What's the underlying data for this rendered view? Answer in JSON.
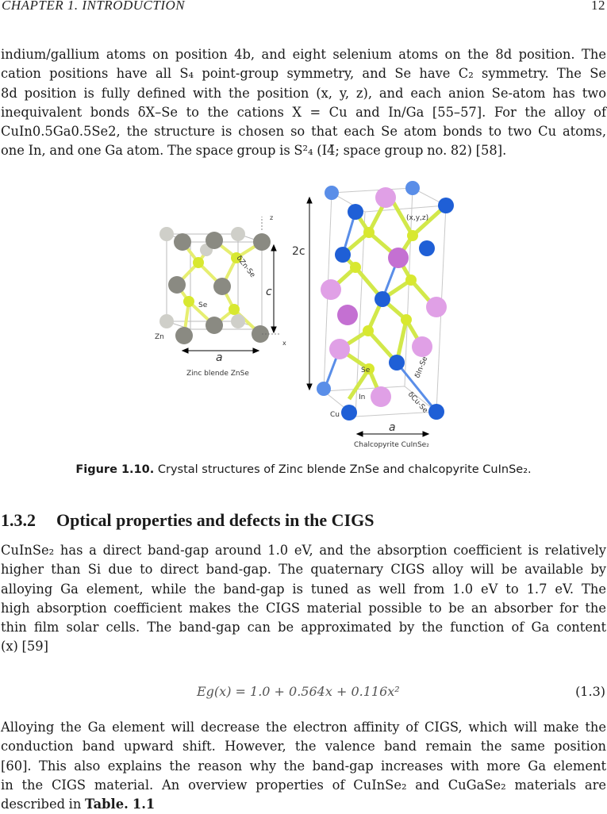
{
  "header": {
    "chapter": "CHAPTER 1. INTRODUCTION",
    "page": "12"
  },
  "para1": {
    "l1": "indium/gallium atoms on position 4b, and eight selenium atoms on the 8d position. The",
    "l2": "cation positions have all S₄ point-group symmetry, and Se have C₂ symmetry. The Se",
    "l3": "8d position is fully defined with the position (x, y, z), and each anion Se-atom has two",
    "l4": "inequivalent bonds δX–Se to the cations X = Cu and In/Ga [55–57]. For the alloy of",
    "l5": "CuIn0.5Ga0.5Se2, the structure is chosen so that each Se atom bonds to two Cu atoms,",
    "l6": "one In, and one Ga atom. The space group is S²₄ (I4̄; space group no. 82) [58]."
  },
  "figure": {
    "left": {
      "caption": "Zinc blende ZnSe",
      "label_se": "Se",
      "label_zn": "Zn",
      "label_a": "a",
      "label_c": "c",
      "label_bond": "δZn-Se",
      "axis_z": "z",
      "axis_x": "x"
    },
    "right": {
      "caption": "Chalcopyrite CuInSe₂",
      "label_se": "Se",
      "label_in": "In",
      "label_cu": "Cu",
      "label_a": "a",
      "label_2c": "2c",
      "label_xyz": "(x,y,z)",
      "label_bond_in": "δIn-Se",
      "label_bond_cu": "δCu-Se"
    },
    "colors": {
      "zn": "#8a8a82",
      "zn_light": "#c8c8c2",
      "se": "#d8e830",
      "cu": "#1f5fd6",
      "in": "#d98fe0"
    }
  },
  "caption": {
    "label": "Figure 1.10.",
    "text": " Crystal structures of Zinc blende ZnSe and chalcopyrite CuInSe₂."
  },
  "section": {
    "number": "1.3.2",
    "title": "Optical properties and defects in the CIGS"
  },
  "para2": {
    "l1": "CuInSe₂ has a direct band-gap around 1.0 eV, and the absorption coefficient is relatively",
    "l2": "higher than Si due to direct band-gap. The quaternary CIGS alloy will be available by",
    "l3": "alloying Ga element, while the band-gap is tuned as well from 1.0 eV to 1.7 eV. The",
    "l4": "high absorption coefficient makes the CIGS material possible to be an absorber for the",
    "l5": "thin film solar cells. The band-gap can be approximated by the function of Ga content",
    "l6": "(x) [59]"
  },
  "equation": {
    "text": "Eg(x) = 1.0 + 0.564x + 0.116x²",
    "number": "(1.3)"
  },
  "para3": {
    "l1": "Alloying the Ga element will decrease the electron affinity of CIGS, which will make the",
    "l2": "conduction band upward shift. However, the valence band remain the same position",
    "l3": "[60]. This also explains the reason why the band-gap increases with more Ga element",
    "l4": "in the CIGS material. An overview properties of CuInSe₂ and CuGaSe₂ materials are",
    "l5_pre": "described in ",
    "l5_ref": "Table. 1.1"
  }
}
